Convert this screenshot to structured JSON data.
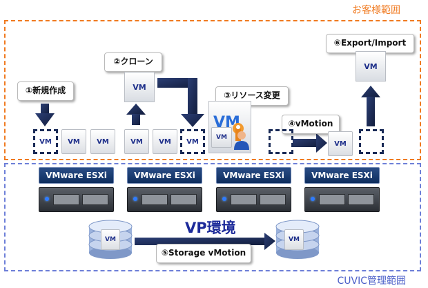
{
  "regions": {
    "customer_label": "お客様範囲",
    "cuvic_label": "CUVIC管理範囲"
  },
  "callouts": {
    "new_vm": "①新規作成",
    "clone": "②クローン",
    "resource_change": "③リソース変更",
    "vmotion": "④vMotion",
    "storage_vmotion": "⑤Storage vMotion",
    "export_import": "⑥Export/Import"
  },
  "vm_label": "VM",
  "resource_vm_label": "VM",
  "hosts": [
    {
      "label": "VMware ESXi"
    },
    {
      "label": "VMware ESXi"
    },
    {
      "label": "VMware ESXi"
    },
    {
      "label": "VMware ESXi"
    }
  ],
  "storage": {
    "title": "VP環境",
    "vm_label": "VM"
  },
  "colors": {
    "customer_border": "#f07a20",
    "cuvic_border": "#6d7fd8",
    "arrow": "#1a2b57",
    "esxi_badge": "#0d2d5e",
    "vm_text": "#1e2f8a"
  },
  "icons": [
    "wrench-icon",
    "user-icon"
  ]
}
